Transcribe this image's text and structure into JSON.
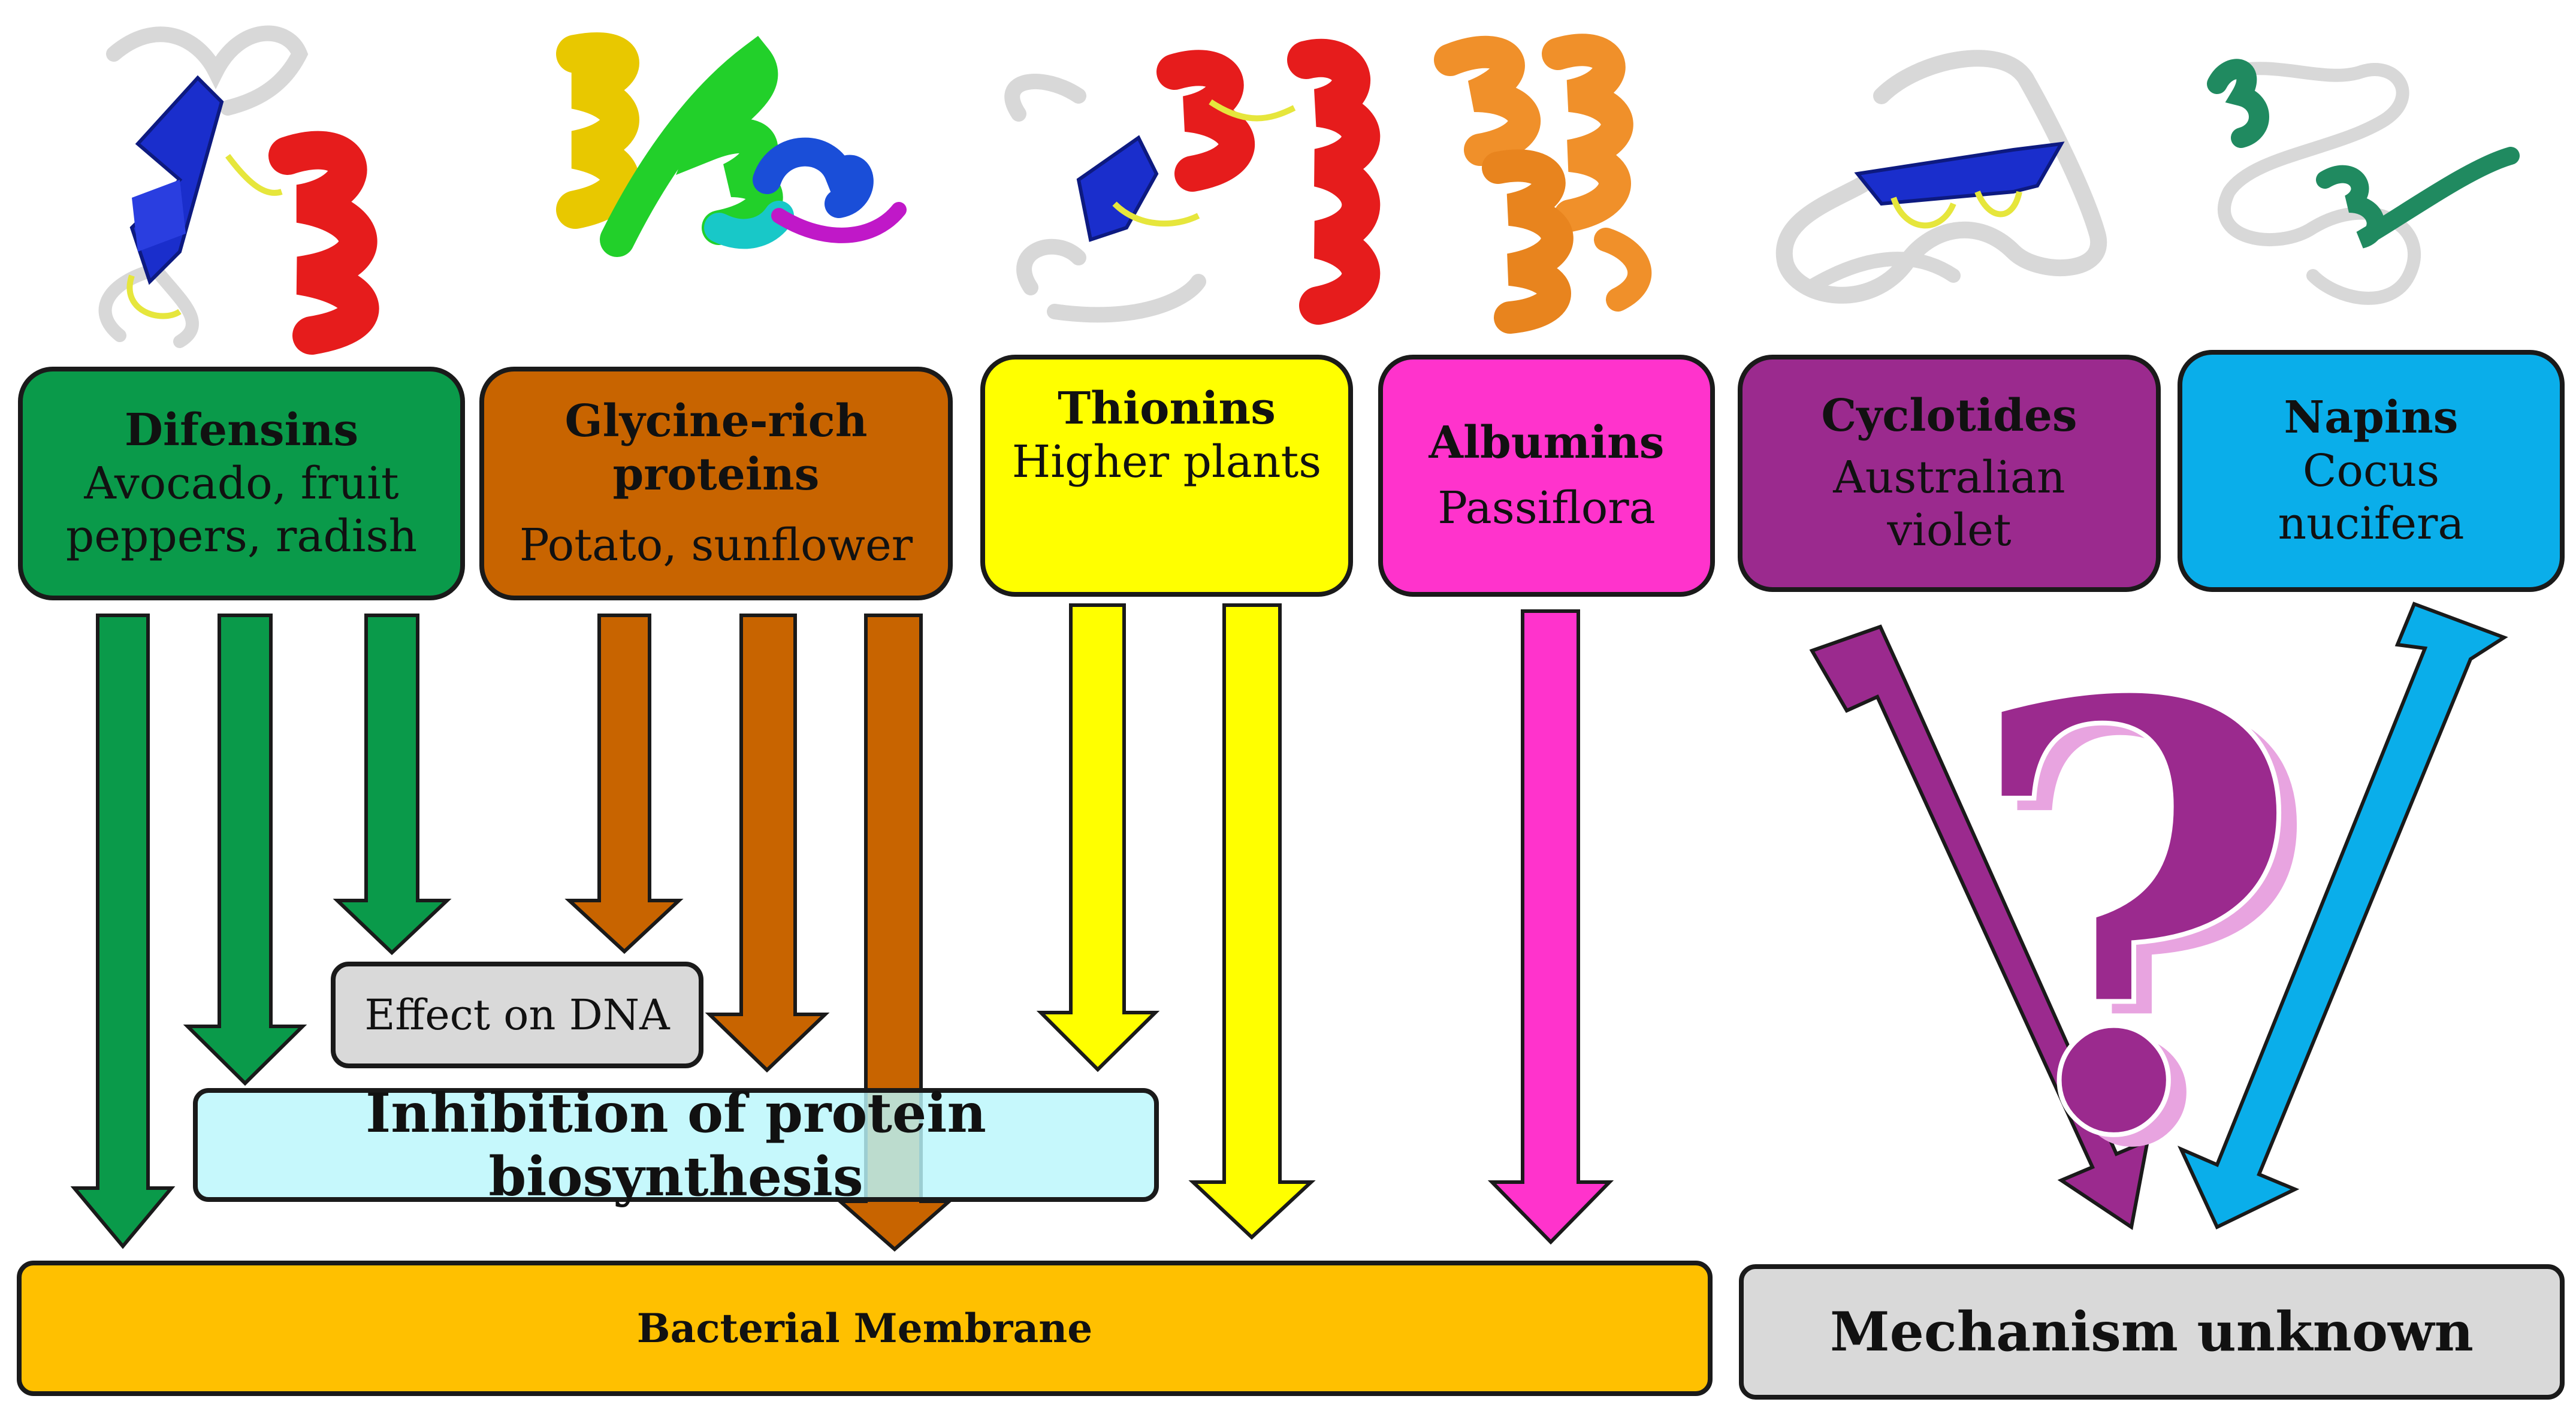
{
  "colors": {
    "defensins": "#0a9a4a",
    "glycine": "#c86400",
    "thionins": "#ffff00",
    "albumins": "#ff33cc",
    "cyclotides": "#9b2a8e",
    "napins": "#0aaeea",
    "membrane": "#ffc000",
    "unknown": "#d9d9d9",
    "dna": "#d9d9d9",
    "biosynthesis": "#b9f6fb",
    "helix_red": "#e61c1c",
    "strand_blue": "#1a2ecc",
    "disulfide": "#e6e63c",
    "coil": "#d8d8d8",
    "albumin_orange": "#f0902a",
    "napin_green": "#208a60"
  },
  "families": [
    {
      "id": "defensins",
      "title": "Difensins",
      "sources": [
        "Avocado, fruit",
        "peppers, radish"
      ]
    },
    {
      "id": "glycine",
      "title": "Glycine-rich proteins",
      "title_lines": [
        "Glycine-rich",
        "proteins"
      ],
      "sources": [
        "Potato, sunflower"
      ]
    },
    {
      "id": "thionins",
      "title": "Thionins",
      "sources": [
        "Higher plants"
      ]
    },
    {
      "id": "albumins",
      "title": "Albumins",
      "sources": [
        "Passiflora"
      ]
    },
    {
      "id": "cyclotides",
      "title": "Cyclotides",
      "sources": [
        "Australian",
        "violet"
      ]
    },
    {
      "id": "napins",
      "title": "Napins",
      "sources": [
        "Cocus",
        "nucifera"
      ]
    }
  ],
  "targets": {
    "dna": "Effect on DNA",
    "biosynthesis": "Inhibition of protein biosynthesis",
    "membrane": "Bacterial Membrane",
    "unknown": "Mechanism unknown"
  },
  "question_mark": "?"
}
